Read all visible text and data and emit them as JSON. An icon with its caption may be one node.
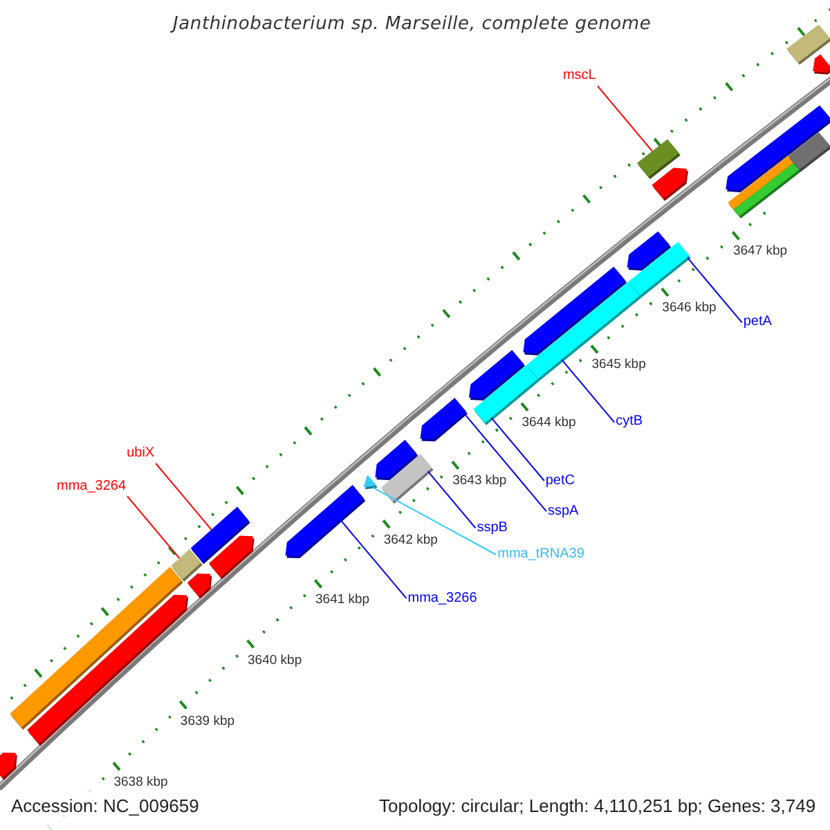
{
  "diagram": {
    "title": "Janthinobacterium sp. Marseille, complete genome",
    "nodes": [
      {
        "text": [
          "mscL"
        ]
      },
      {
        "text": [
          "petA"
        ]
      },
      {
        "text": [
          "cytB"
        ]
      },
      {
        "text": [
          "ubiX"
        ]
      },
      {
        "text": [
          "petC"
        ]
      },
      {
        "text": [
          "mma_3264"
        ]
      },
      {
        "text": [
          "sspA"
        ]
      },
      {
        "text": [
          "sspB"
        ]
      },
      {
        "text": [
          "mma_tRNA39"
        ]
      },
      {
        "text": [
          "mma_3266"
        ]
      },
      {
        "text": [],
        "shape": "arrow"
      },
      {
        "text": [],
        "shape": "bar"
      },
      {
        "text": [],
        "shape": "arrow"
      },
      {
        "text": [],
        "shape": "bar"
      },
      {
        "text": [],
        "shape": "arrow"
      },
      {
        "text": [],
        "shape": "bar"
      },
      {
        "text": [],
        "shape": "arrow"
      },
      {
        "text": [],
        "shape": "arrow"
      },
      {
        "text": [],
        "shape": "arrow"
      },
      {
        "text": [],
        "shape": "arrow"
      },
      {
        "text": [],
        "shape": "bar"
      },
      {
        "text": [],
        "shape": "arrow"
      },
      {
        "text": [],
        "shape": "arrow"
      },
      {
        "text": [],
        "shape": "bar"
      },
      {
        "text": [],
        "shape": "arrow"
      },
      {
        "text": [],
        "shape": "bar"
      },
      {
        "text": [],
        "shape": "arrow"
      },
      {
        "text": [],
        "shape": "bar"
      },
      {
        "text": [],
        "shape": "bar"
      },
      {
        "text": [],
        "shape": "arrow"
      },
      {
        "text": [],
        "shape": "arrow"
      },
      {
        "text": [],
        "shape": "bar"
      },
      {
        "text": [],
        "shape": "bar"
      },
      {
        "text": [],
        "shape": "bar"
      },
      {
        "text": [],
        "shape": "bar"
      },
      {
        "text": [],
        "shape": "arrow"
      }
    ],
    "edges": [
      {
        "from": 0,
        "to": 28,
        "arrow": "none",
        "color": "#ff0000"
      },
      {
        "from": 1,
        "to": 27,
        "arrow": "none"
      },
      {
        "from": 2,
        "to": 25,
        "arrow": "none"
      },
      {
        "from": 3,
        "to": 15,
        "arrow": "none",
        "color": "#ff0000"
      },
      {
        "from": 4,
        "to": 23,
        "arrow": "none"
      },
      {
        "from": 5,
        "to": 13,
        "arrow": "none",
        "color": "#ff0000"
      },
      {
        "from": 6,
        "to": 21,
        "arrow": "none"
      },
      {
        "from": 7,
        "to": 20,
        "arrow": "none"
      },
      {
        "from": 8,
        "to": 18,
        "arrow": "none",
        "color": "#33ccff"
      },
      {
        "from": 9,
        "to": 17,
        "arrow": "none"
      }
    ],
    "labels": [
      "3647 kbp",
      "3646 kbp",
      "3645 kbp",
      "3644 kbp",
      "3643 kbp",
      "3642 kbp",
      "3641 kbp",
      "3640 kbp",
      "3639 kbp",
      "3638 kbp",
      "Accession: NC_009659",
      "Topology: circular; Length: 4,110,251 bp; Genes: 3,749"
    ]
  }
}
